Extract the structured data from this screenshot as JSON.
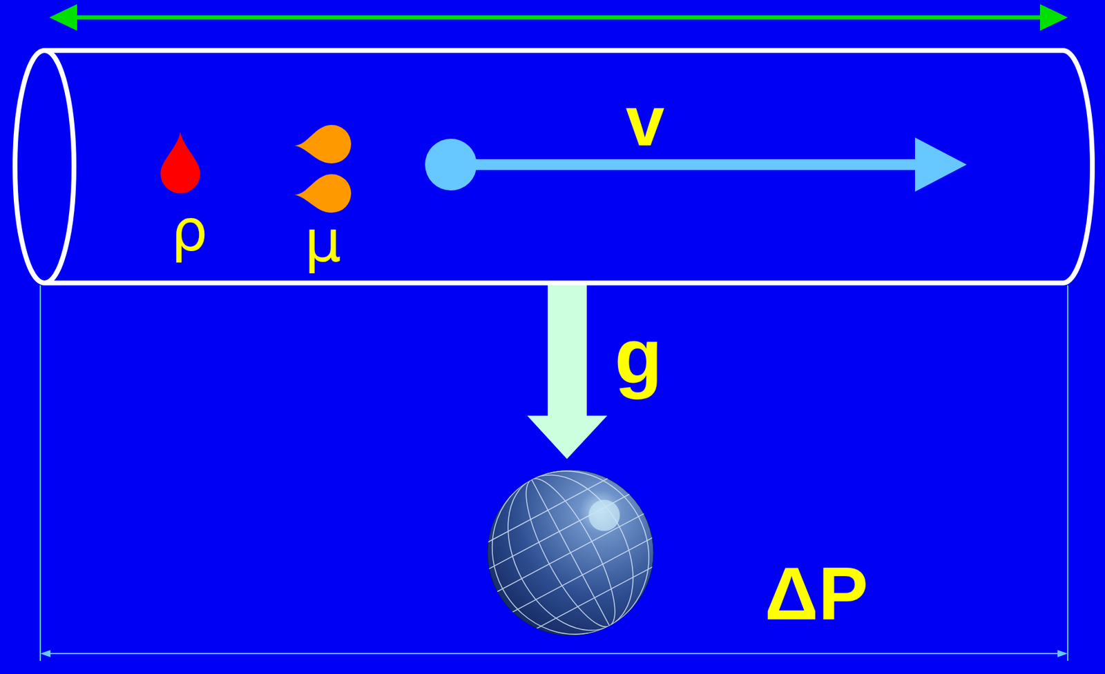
{
  "diagram": {
    "nodes": [
      {
        "text": [
          "ρ",
          "μ",
          "v"
        ]
      }
    ],
    "labels": [
      "g",
      "ΔP"
    ]
  }
}
